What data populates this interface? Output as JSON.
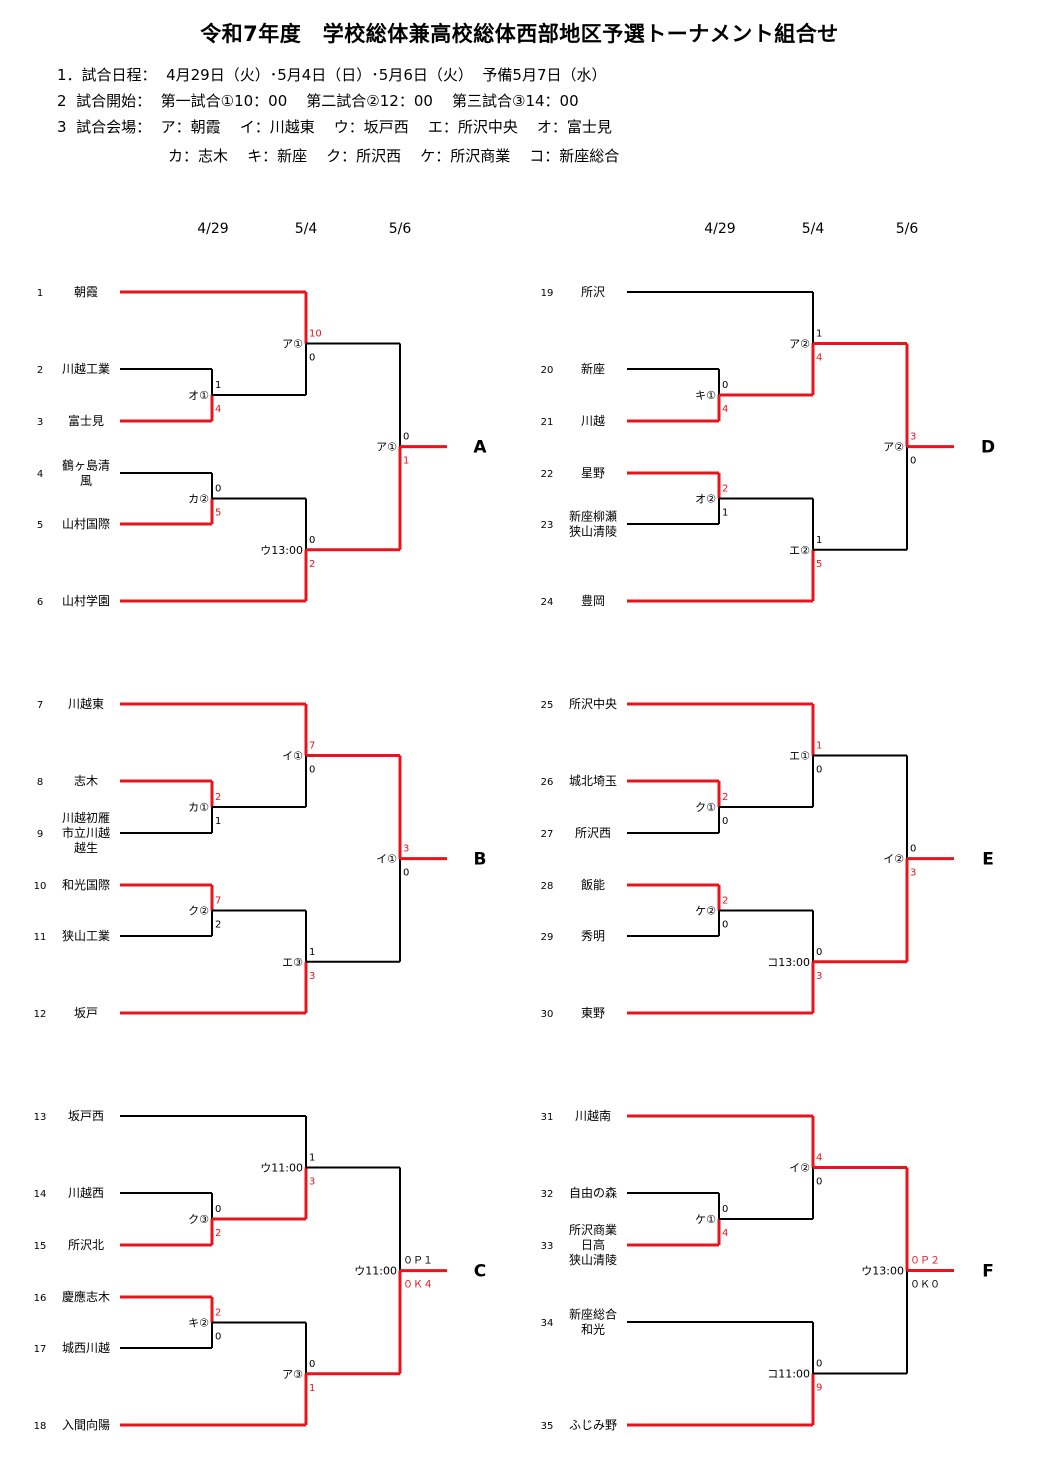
{
  "title": "令和7年度　学校総体兼高校総体西部地区予選トーナメント組合せ",
  "info": {
    "line1": "1．試合日程：  4月29日（火）･5月4日（日）･5月6日（火）  予備5月7日（水）",
    "line2": "2  試合開始：  第一試合①10：00    第二試合②12：00    第三試合③14：00",
    "line3": "3  試合会場：  ア：朝霞    イ：川越東    ウ：坂戸西    エ：所沢中央    オ：富士見",
    "line4": "カ：志木    キ：新座    ク：所沢西    ケ：所沢商業    コ：新座総合"
  },
  "round_dates": [
    "4/29",
    "5/4",
    "5/6"
  ],
  "colors": {
    "win": "#e8141b",
    "line": "#000000"
  },
  "blocks": [
    {
      "label": "A",
      "teams": [
        {
          "num": "1",
          "name": [
            "朝霞"
          ]
        },
        {
          "num": "2",
          "name": [
            "川越工業"
          ]
        },
        {
          "num": "3",
          "name": [
            "富士見"
          ]
        },
        {
          "num": "4",
          "name": [
            "鶴ヶ島清",
            "風"
          ]
        },
        {
          "num": "5",
          "name": [
            "山村国際"
          ]
        },
        {
          "num": "6",
          "name": [
            "山村学園"
          ]
        }
      ],
      "r1": [
        {
          "venue": "オ①",
          "top": "1",
          "bot": "4",
          "win": "bot"
        },
        {
          "venue": "カ②",
          "top": "0",
          "bot": "5",
          "win": "bot"
        }
      ],
      "r2": [
        {
          "venue": "ア①",
          "top": "10",
          "bot": "0",
          "win": "top"
        },
        {
          "venue": "ウ13:00",
          "top": "0",
          "bot": "2",
          "win": "bot"
        }
      ],
      "final": {
        "venue": "ア①",
        "top": "0",
        "bot": "1",
        "win": "bot"
      }
    },
    {
      "label": "B",
      "teams": [
        {
          "num": "7",
          "name": [
            "川越東"
          ]
        },
        {
          "num": "8",
          "name": [
            "志木"
          ]
        },
        {
          "num": "9",
          "name": [
            "川越初雁",
            "市立川越",
            "越生"
          ]
        },
        {
          "num": "10",
          "name": [
            "和光国際"
          ]
        },
        {
          "num": "11",
          "name": [
            "狭山工業"
          ]
        },
        {
          "num": "12",
          "name": [
            "坂戸"
          ]
        }
      ],
      "r1": [
        {
          "venue": "カ①",
          "top": "2",
          "bot": "1",
          "win": "top"
        },
        {
          "venue": "ク②",
          "top": "7",
          "bot": "2",
          "win": "top"
        }
      ],
      "r2": [
        {
          "venue": "イ①",
          "top": "7",
          "bot": "0",
          "win": "top"
        },
        {
          "venue": "エ③",
          "top": "1",
          "bot": "3",
          "win": "bot"
        }
      ],
      "final": {
        "venue": "イ①",
        "top": "3",
        "bot": "0",
        "win": "top"
      }
    },
    {
      "label": "C",
      "teams": [
        {
          "num": "13",
          "name": [
            "坂戸西"
          ]
        },
        {
          "num": "14",
          "name": [
            "川越西"
          ]
        },
        {
          "num": "15",
          "name": [
            "所沢北"
          ]
        },
        {
          "num": "16",
          "name": [
            "慶應志木"
          ]
        },
        {
          "num": "17",
          "name": [
            "城西川越"
          ]
        },
        {
          "num": "18",
          "name": [
            "入間向陽"
          ]
        }
      ],
      "r1": [
        {
          "venue": "ク③",
          "top": "0",
          "bot": "2",
          "win": "bot"
        },
        {
          "venue": "キ②",
          "top": "2",
          "bot": "0",
          "win": "top"
        }
      ],
      "r2": [
        {
          "venue": "ウ11:00",
          "top": "1",
          "bot": "3",
          "win": "bot"
        },
        {
          "venue": "ア③",
          "top": "0",
          "bot": "1",
          "win": "bot"
        }
      ],
      "final": {
        "venue": "ウ11:00",
        "top": "０Ｐ１",
        "bot": "０Ｋ４",
        "win": "bot"
      }
    },
    {
      "label": "D",
      "teams": [
        {
          "num": "19",
          "name": [
            "所沢"
          ]
        },
        {
          "num": "20",
          "name": [
            "新座"
          ]
        },
        {
          "num": "21",
          "name": [
            "川越"
          ]
        },
        {
          "num": "22",
          "name": [
            "星野"
          ]
        },
        {
          "num": "23",
          "name": [
            "新座柳瀬",
            "狭山清陵"
          ]
        },
        {
          "num": "24",
          "name": [
            "豊岡"
          ]
        }
      ],
      "r1": [
        {
          "venue": "キ①",
          "top": "0",
          "bot": "4",
          "win": "bot"
        },
        {
          "venue": "オ②",
          "top": "2",
          "bot": "1",
          "win": "top"
        }
      ],
      "r2": [
        {
          "venue": "ア②",
          "top": "1",
          "bot": "4",
          "win": "bot"
        },
        {
          "venue": "エ②",
          "top": "1",
          "bot": "5",
          "win": "bot"
        }
      ],
      "final": {
        "venue": "ア②",
        "top": "3",
        "bot": "0",
        "win": "top"
      }
    },
    {
      "label": "E",
      "teams": [
        {
          "num": "25",
          "name": [
            "所沢中央"
          ]
        },
        {
          "num": "26",
          "name": [
            "城北埼玉"
          ]
        },
        {
          "num": "27",
          "name": [
            "所沢西"
          ]
        },
        {
          "num": "28",
          "name": [
            "飯能"
          ]
        },
        {
          "num": "29",
          "name": [
            "秀明"
          ]
        },
        {
          "num": "30",
          "name": [
            "東野"
          ]
        }
      ],
      "r1": [
        {
          "venue": "ク①",
          "top": "2",
          "bot": "0",
          "win": "top"
        },
        {
          "venue": "ケ②",
          "top": "2",
          "bot": "0",
          "win": "top"
        }
      ],
      "r2": [
        {
          "venue": "エ①",
          "top": "1",
          "bot": "0",
          "win": "top"
        },
        {
          "venue": "コ13:00",
          "top": "0",
          "bot": "3",
          "win": "bot"
        }
      ],
      "final": {
        "venue": "イ②",
        "top": "0",
        "bot": "3",
        "win": "bot"
      }
    },
    {
      "label": "F",
      "teams": [
        {
          "num": "31",
          "name": [
            "川越南"
          ]
        },
        {
          "num": "32",
          "name": [
            "自由の森"
          ]
        },
        {
          "num": "33",
          "name": [
            "所沢商業",
            "日高",
            "狭山清陵"
          ]
        },
        {
          "num": "34",
          "name": [
            "新座総合",
            "和光"
          ]
        },
        {
          "num": "35",
          "name": [
            "ふじみ野"
          ]
        }
      ],
      "r1": [
        {
          "venue": "ケ①",
          "top": "0",
          "bot": "4",
          "win": "bot"
        }
      ],
      "r2": [
        {
          "venue": "イ②",
          "top": "4",
          "bot": "0",
          "win": "top"
        },
        {
          "venue": "コ11:00",
          "top": "0",
          "bot": "9",
          "win": "bot"
        }
      ],
      "final": {
        "venue": "ウ13:00",
        "top": "０Ｐ２",
        "bot": "０Ｋ０",
        "win": "top"
      }
    }
  ]
}
